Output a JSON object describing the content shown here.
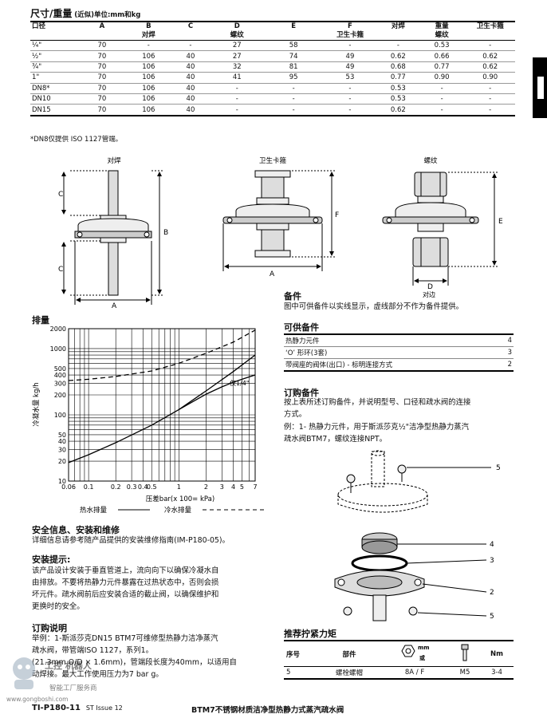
{
  "section_title": "尺寸/重量",
  "section_subtitle": "(近似)单位:mm和kg",
  "dim_table": {
    "headers": [
      {
        "main": "口径",
        "sub": ""
      },
      {
        "main": "A",
        "sub": ""
      },
      {
        "main": "B",
        "sub": "对焊"
      },
      {
        "main": "C",
        "sub": ""
      },
      {
        "main": "D",
        "sub": "螺纹"
      },
      {
        "main": "E",
        "sub": ""
      },
      {
        "main": "F",
        "sub": "卫生卡箍"
      },
      {
        "main": "",
        "sub": "对焊"
      },
      {
        "main": "重量",
        "sub": "螺纹"
      },
      {
        "main": "",
        "sub": "卫生卡箍"
      }
    ],
    "rows": [
      [
        "¼\"",
        "70",
        "-",
        "-",
        "27",
        "58",
        "-",
        "-",
        "0.53",
        "-"
      ],
      [
        "½\"",
        "70",
        "106",
        "40",
        "27",
        "74",
        "49",
        "0.62",
        "0.66",
        "0.62"
      ],
      [
        "¾\"",
        "70",
        "106",
        "40",
        "32",
        "81",
        "49",
        "0.68",
        "0.77",
        "0.62"
      ],
      [
        "1\"",
        "70",
        "106",
        "40",
        "41",
        "95",
        "53",
        "0.77",
        "0.90",
        "0.90"
      ],
      [
        "DN8*",
        "70",
        "106",
        "40",
        "-",
        "-",
        "-",
        "0.53",
        "-",
        "-"
      ],
      [
        "DN10",
        "70",
        "106",
        "40",
        "-",
        "-",
        "-",
        "0.53",
        "-",
        "-"
      ],
      [
        "DN15",
        "70",
        "106",
        "40",
        "-",
        "-",
        "-",
        "0.62",
        "-",
        "-"
      ]
    ],
    "footnote": "*DN8仅提供 ISO 1127管端。"
  },
  "drawings": {
    "weld": {
      "title": "对焊",
      "dim_A": "A",
      "dim_B": "B",
      "dim_C": "C"
    },
    "clamp": {
      "title": "卫生卡箍",
      "dim_A": "A",
      "dim_F": "F"
    },
    "thread": {
      "title": "螺纹",
      "dim_D": "D",
      "dim_E": "E",
      "sub": "对边"
    }
  },
  "flow_heading": "排量",
  "chart_data": {
    "type": "line",
    "xlabel": "压差bar(x 100= kPa)",
    "ylabel": "冷凝水量 kg/h",
    "x_scale": "log",
    "y_scale": "log",
    "xlim": [
      0.06,
      7
    ],
    "ylim": [
      10,
      2000
    ],
    "x_ticks": [
      "0.06",
      "0.1",
      "0.2",
      "0.3",
      "0.4",
      "0.5",
      "1",
      "2",
      "3",
      "4",
      "5",
      "7"
    ],
    "x_tick_values": [
      0.06,
      0.1,
      0.2,
      0.3,
      0.4,
      0.5,
      1,
      2,
      3,
      4,
      5,
      7
    ],
    "y_ticks": [
      "10",
      "20",
      "30",
      "40",
      "50",
      "100",
      "200",
      "300",
      "400",
      "500",
      "1000",
      "2000"
    ],
    "y_tick_values": [
      10,
      20,
      30,
      40,
      50,
      100,
      200,
      300,
      400,
      500,
      1000,
      2000
    ],
    "series": [
      {
        "name": "热水排量",
        "style": "solid",
        "x": [
          0.06,
          0.1,
          0.2,
          0.5,
          1,
          2,
          4,
          7
        ],
        "y": [
          19,
          25,
          38,
          70,
          120,
          230,
          450,
          800
        ]
      },
      {
        "name": "仅1/4\"",
        "style": "solid",
        "x": [
          1,
          2,
          3,
          4,
          5,
          7
        ],
        "y": [
          120,
          205,
          265,
          310,
          345,
          400
        ]
      },
      {
        "name": "冷水排量",
        "style": "dashed",
        "x": [
          0.06,
          0.1,
          0.2,
          0.5,
          1,
          2,
          4,
          7
        ],
        "y": [
          330,
          345,
          380,
          460,
          600,
          850,
          1250,
          1900
        ]
      }
    ],
    "annotation": "仅1/4\"",
    "legend": [
      {
        "label": "热水排量",
        "style": "solid"
      },
      {
        "label": "冷水排量",
        "style": "dashed"
      }
    ]
  },
  "spares": {
    "heading": "备件",
    "text": "图中可供备件以实线显示，虚线部分不作为备件提供。",
    "available_heading": "可供备件",
    "items": [
      {
        "name": "热静力元件",
        "no": "4"
      },
      {
        "name": "‘O’ 形环(3套)",
        "no": "3"
      },
      {
        "name": "带阀座的阀体(出口) - 标明连接方式",
        "no": "2"
      }
    ],
    "order_heading": "订购备件",
    "order_text_1": "按上表所述订购备件，并说明型号、口径和疏水阀的连接",
    "order_text_2": "方式。",
    "order_example_1": "例：1- 热静力元件，用于斯派莎克½\"洁净型热静力蒸汽",
    "order_example_2": "疏水阀BTM7，螺纹连接NPT。"
  },
  "exploded_labels": [
    "5",
    "4",
    "3",
    "2",
    "5"
  ],
  "safety": {
    "heading": "安全信息、安装和维修",
    "text": "详细信息请参考随产品提供的安装维修指南(IM-P180-05)。"
  },
  "install": {
    "heading": "安装提示:",
    "lines": [
      "该产品设计安装于垂直管道上，流向向下以确保冷凝水自",
      "由排放。不要将热静力元件暴露在过热状态中，否则会损",
      "坏元件。疏水阀前后应安装合适的截止阀，以确保维护和",
      "更换时的安全。"
    ]
  },
  "ordering": {
    "heading": "订购说明",
    "lines": [
      "举例：1-斯派莎克DN15   BTM7可维修型热静力洁净蒸汽",
      "疏水阀，带管端ISO 1127，系列1。",
      "(21.3mm O/D × 1.6mm)，管端段长度为40mm，以适用自",
      "动焊接。最大工作使用压力为7 bar g。"
    ]
  },
  "torque": {
    "heading": "推荐拧紧力矩",
    "col_no": "序号",
    "col_part": "部件",
    "col_mm": "mm",
    "col_or": "或",
    "col_nm": "Nm",
    "row": [
      "5",
      "螺栓螺帽",
      "8A / F",
      "M5",
      "3-4"
    ]
  },
  "footer": {
    "doc_code": "TI-P180-11",
    "issue": "ST Issue 12",
    "title": "BTM7不锈钢材质洁净型热静力式蒸汽疏水阀",
    "watermark_line1": "工控 机器人",
    "watermark_line2": "智能工厂服务商",
    "watermark_url": "www.gongboshi.com"
  }
}
